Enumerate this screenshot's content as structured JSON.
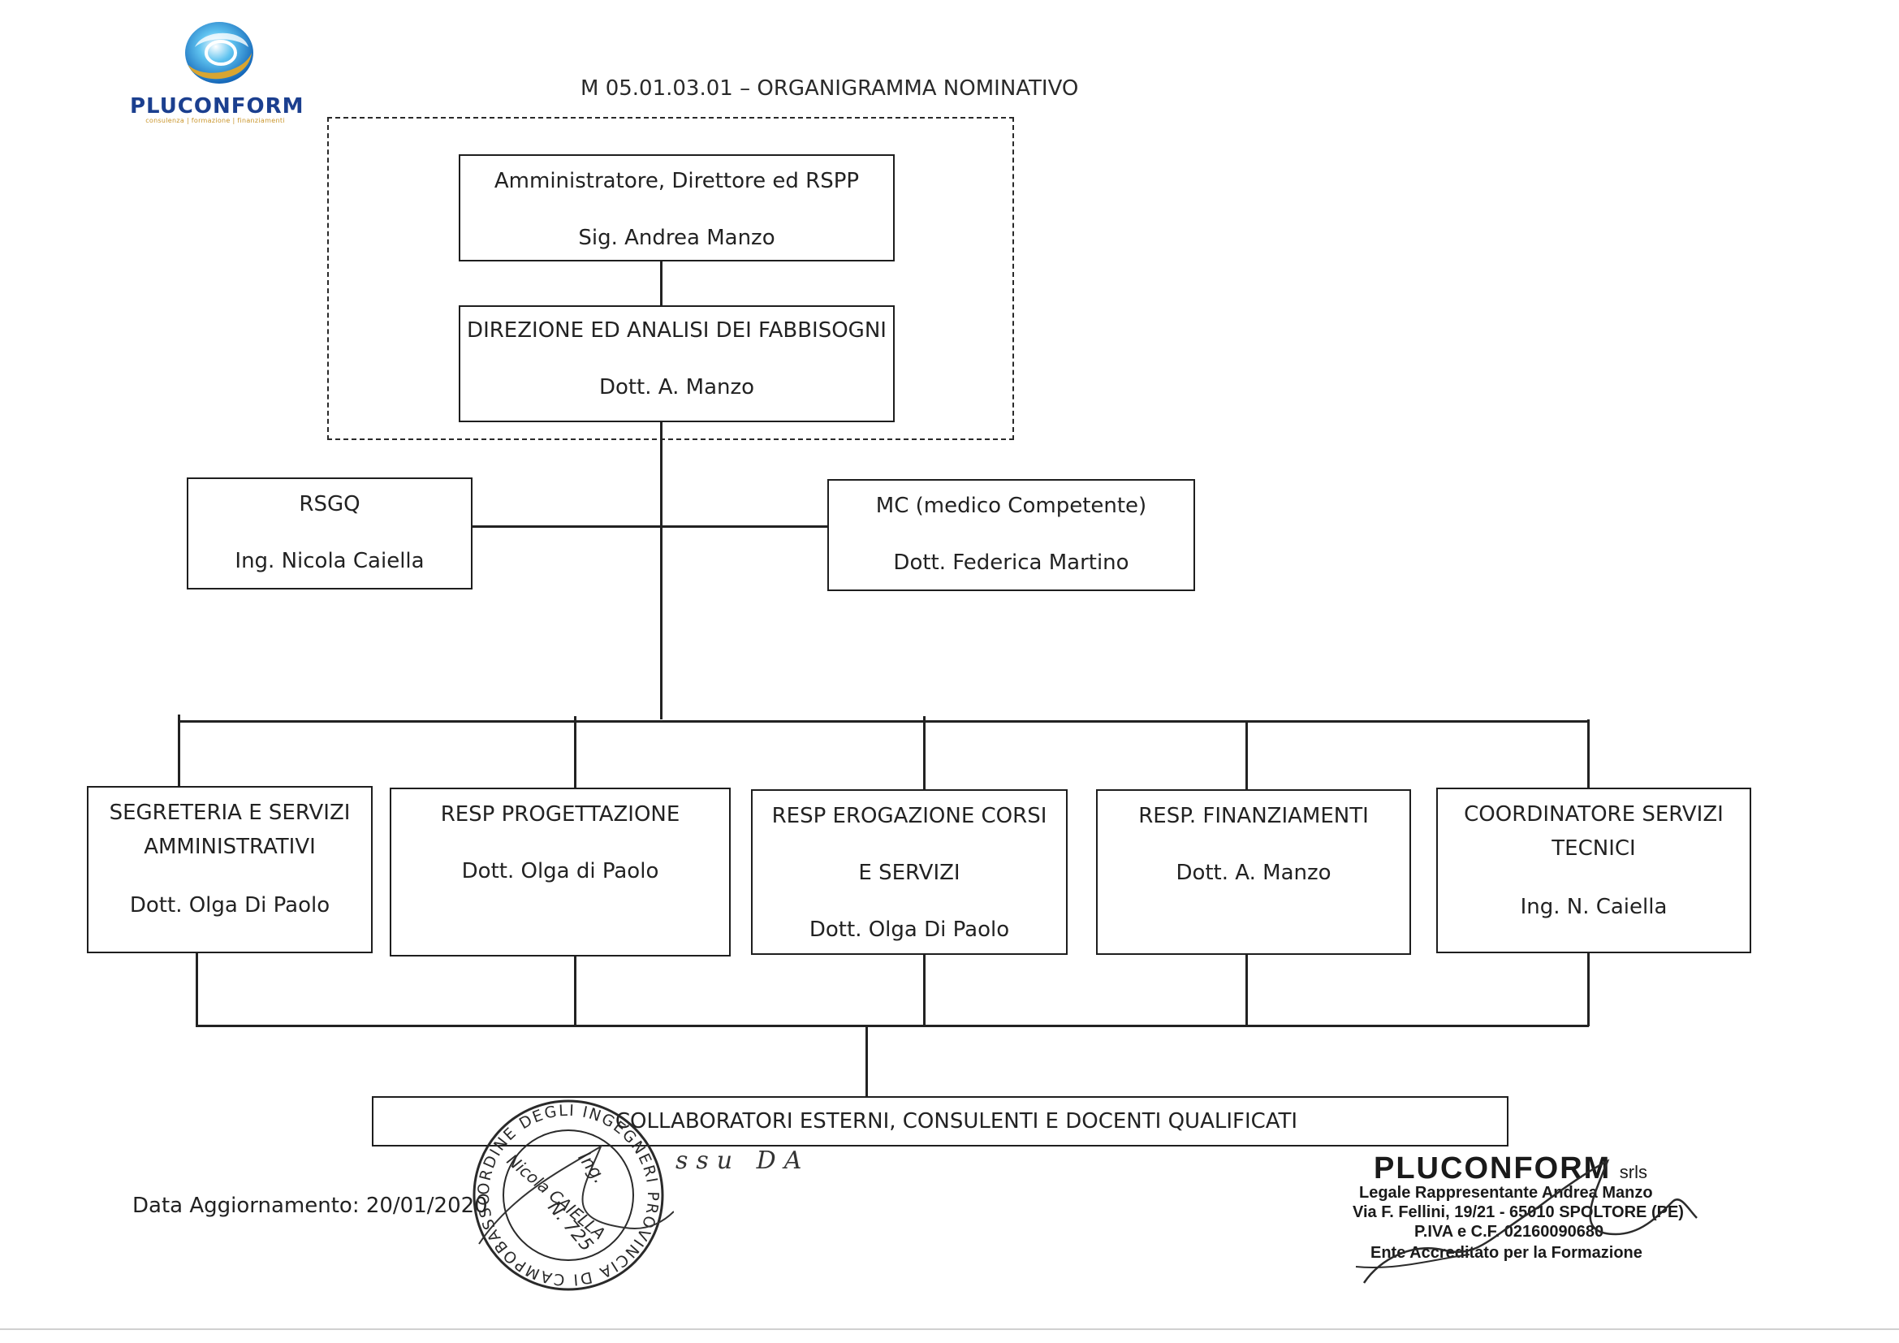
{
  "header": {
    "logo_text": "PLUCONFORM",
    "logo_tagline": "consulenza | formazione | finanziamenti",
    "doc_title": "M 05.01.03.01 – ORGANIGRAMMA NOMINATIVO"
  },
  "top": {
    "admin": {
      "role": "Amministratore, Direttore ed RSPP",
      "name": "Sig. Andrea Manzo"
    },
    "direzione": {
      "role": "DIREZIONE ED ANALISI DEI FABBISOGNI",
      "name": "Dott. A. Manzo"
    }
  },
  "staff": {
    "rsgq": {
      "role": "RSGQ",
      "name": "Ing. Nicola Caiella"
    },
    "mc": {
      "role": "MC (medico Competente)",
      "name": "Dott. Federica Martino"
    }
  },
  "departments": [
    {
      "line1": "SEGRETERIA E SERVIZI",
      "line2": "AMMINISTRATIVI",
      "name": "Dott. Olga Di Paolo"
    },
    {
      "line1": "RESP PROGETTAZIONE",
      "line2": "",
      "name": "Dott. Olga di Paolo"
    },
    {
      "line1": "RESP EROGAZIONE CORSI",
      "line2": "E SERVIZI",
      "name": "Dott. Olga Di Paolo"
    },
    {
      "line1": "RESP. FINANZIAMENTI",
      "line2": "",
      "name": "Dott. A. Manzo"
    },
    {
      "line1": "COORDINATORE SERVIZI",
      "line2": "TECNICI",
      "name": "Ing. N. Caiella"
    }
  ],
  "bottom": {
    "label": "COLLABORATORI ESTERNI, CONSULENTI E DOCENTI QUALIFICATI"
  },
  "footer": {
    "update_date": "Data Aggiornamento: 20/01/2020",
    "handwritten": "ssu DA"
  },
  "seal": {
    "ring_text": "ORDINE DEGLI INGEGNERI PROVINCIA DI CAMPOBASSO",
    "inner_line1": "Ing.",
    "inner_line2": "Nicola CAIELLA",
    "inner_line3": "N. 725"
  },
  "company_stamp": {
    "name": "PLUCONFORM",
    "suffix": "srls",
    "line1": "Legale Rappresentante Andrea Manzo",
    "line2": "Via F. Fellini, 19/21 - 65010 SPOLTORE (PE)",
    "line3": "P.IVA e C.F. 02160090680",
    "line4": "Ente Accreditato per la Formazione"
  },
  "colors": {
    "logo_blue": "#1b3f8f",
    "logo_gold": "#c9952b",
    "ink": "#1e1e1e",
    "signature_ink": "#2b2b2b"
  }
}
